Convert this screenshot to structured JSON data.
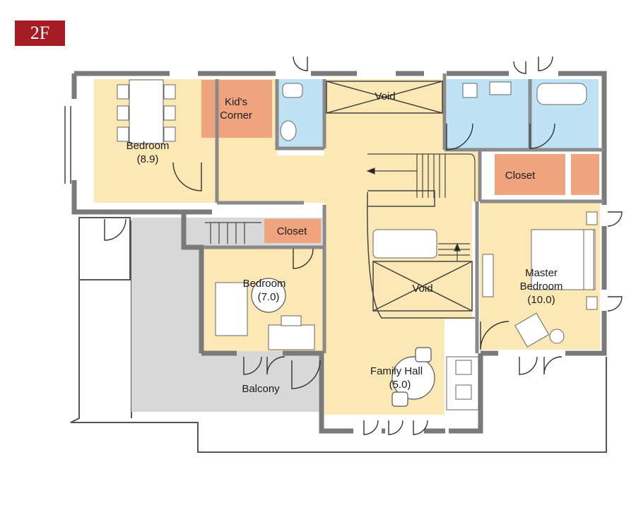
{
  "floor_label": "2F",
  "rooms": {
    "bedroom_1": {
      "name": "Bedroom",
      "size": "(8.9)"
    },
    "kids_corner": {
      "line1": "Kid's",
      "line2": "Corner"
    },
    "void_top": "Void",
    "closet_right": "Closet",
    "closet_middle": "Closet",
    "bedroom_2": {
      "name": "Bedroom",
      "size": "(7.0)"
    },
    "void_center": "Void",
    "master_bedroom": {
      "line1": "Master",
      "line2": "Bedroom",
      "size": "(10.0)"
    },
    "family_hall": {
      "name": "Family Hall",
      "size": "(5.0)"
    },
    "balcony": "Balcony"
  },
  "colors": {
    "floor_badge": "#a51c24",
    "room_fill": "#fbe8b4",
    "closet_fill": "#f0a47e",
    "wet_area_fill": "#bfe2f4",
    "balcony_fill": "#d8d8d8",
    "wall": "#7a7a7a"
  }
}
